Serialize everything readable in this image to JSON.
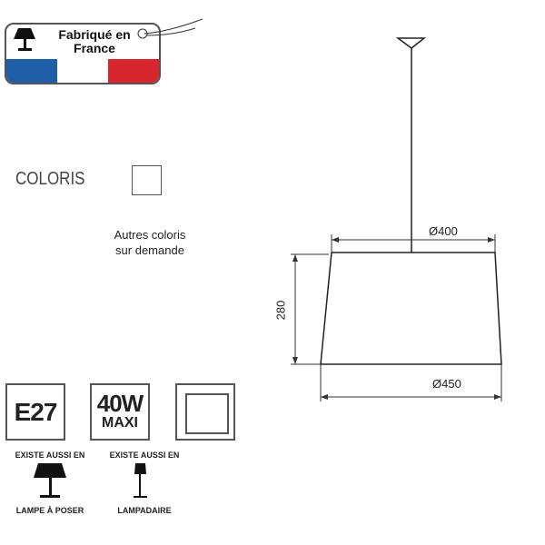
{
  "badge": {
    "text_line1": "Fabriqué en",
    "text_line2": "France",
    "flag_colors": [
      "#1f5fa8",
      "#ffffff",
      "#d9262e"
    ]
  },
  "coloris": {
    "label": "COLORIS",
    "note_line1": "Autres coloris",
    "note_line2": "sur demande"
  },
  "specs": {
    "socket": "E27",
    "wattage": "40W",
    "wattage_note": "MAXI"
  },
  "variants": [
    {
      "caption": "EXISTE AUSSI EN",
      "name": "LAMPE À POSER"
    },
    {
      "caption": "EXISTE AUSSI EN",
      "name": "LAMPADAIRE"
    }
  ],
  "dimensions": {
    "top_diameter": "Ø400",
    "height": "280",
    "bottom_diameter": "Ø450"
  }
}
